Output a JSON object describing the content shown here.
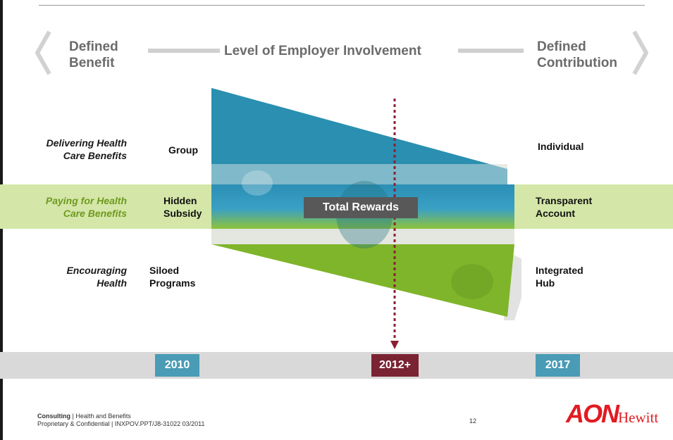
{
  "header": {
    "left_label": [
      "Defined",
      "Benefit"
    ],
    "center_label": "Level of Employer Involvement",
    "right_label": [
      "Defined",
      "Contribution"
    ]
  },
  "rows": [
    {
      "label": [
        "Delivering Health",
        "Care Benefits"
      ],
      "left_value": [
        "Group"
      ],
      "right_value": [
        "Individual"
      ]
    },
    {
      "label": [
        "Paying for Health",
        "Care Benefits"
      ],
      "left_value": [
        "Hidden",
        "Subsidy"
      ],
      "right_value": [
        "Transparent",
        "Account"
      ]
    },
    {
      "label": [
        "Encouraging",
        "Health"
      ],
      "left_value": [
        "Siloed",
        "Programs"
      ],
      "right_value": [
        "Integrated",
        "Hub"
      ]
    }
  ],
  "center_box": "Total Rewards",
  "timeline": {
    "years": [
      {
        "label": "2010",
        "color": "#4a9bb5"
      },
      {
        "label": "2012+",
        "color": "#7a2332"
      },
      {
        "label": "2017",
        "color": "#4a9bb5"
      }
    ]
  },
  "footer": {
    "line1_bold": "Consulting",
    "line1_rest": " | Health and Benefits",
    "line2": "Proprietary & Confidential | INXPOV.PPT/J8-31022 03/2011",
    "page_number": "12"
  },
  "logo": {
    "aon": "AON",
    "hewitt": "Hewitt"
  },
  "colors": {
    "accent_green": "#6e9a1e",
    "band_green": "#d4e7a8",
    "blue": "#2a8fb0",
    "maroon": "#7a2332"
  }
}
